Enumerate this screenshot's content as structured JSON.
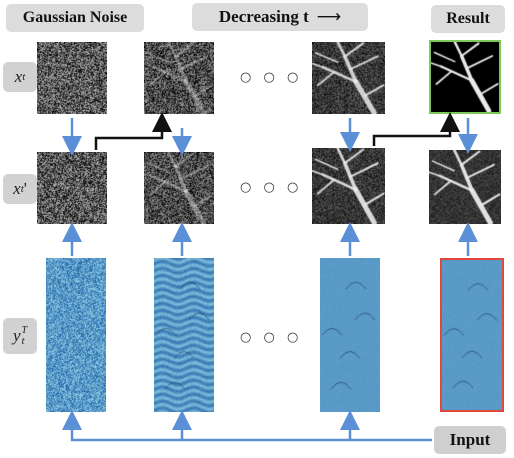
{
  "header": {
    "gaussian_noise": "Gaussian Noise",
    "decreasing_t": "Decreasing t",
    "result": "Result"
  },
  "row_labels": {
    "xt": {
      "base": "x",
      "sub": "t",
      "mark": ""
    },
    "xt_prime": {
      "base": "x",
      "sub": "t",
      "mark": "'"
    },
    "yt": {
      "base": "y",
      "sub": "t",
      "sup": "T"
    }
  },
  "ellipsis": "○ ○ ○",
  "input_label": "Input",
  "colors": {
    "arrow_blue": "#5b8fd6",
    "arrow_black": "#111111",
    "result_border": "#7cc85a",
    "input_border": "#e0483a",
    "seismic_blue": "#5a9ac8",
    "label_bg": "#d2d2d2"
  }
}
